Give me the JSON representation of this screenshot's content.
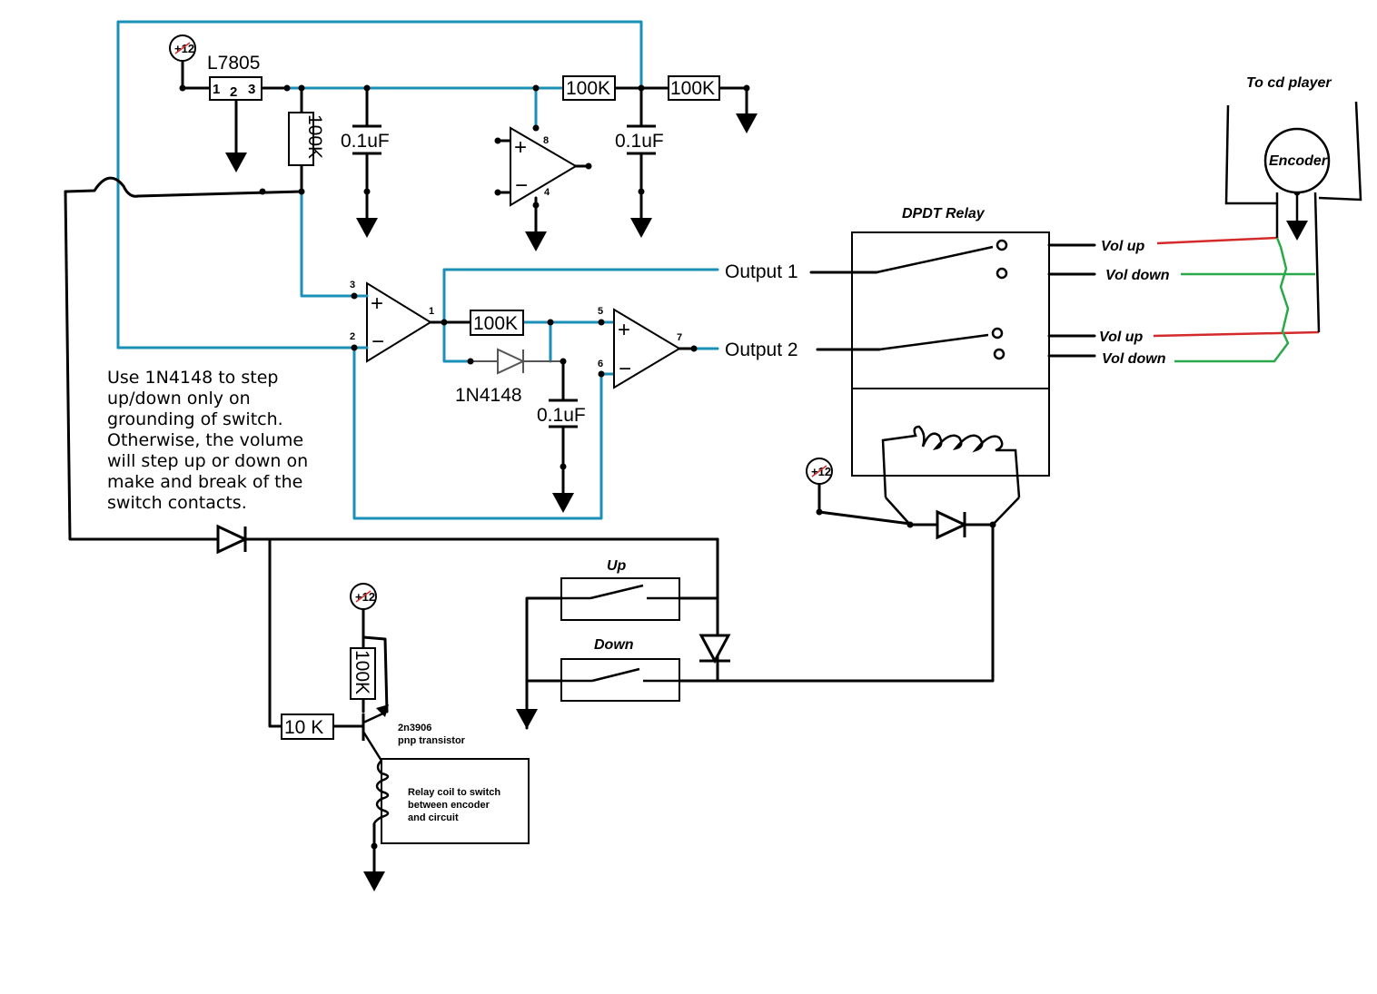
{
  "regulator": {
    "part": "L7805",
    "pin1": "1",
    "pin2": "2",
    "pin3": "3"
  },
  "supply_label": "+12",
  "resistors": {
    "r_vert": "100K",
    "r_div1": "100K",
    "r_div2": "100K",
    "r_mid": "100K",
    "r_base": "10  K",
    "r_trans": "100K"
  },
  "capacitors": {
    "c1": "0.1uF",
    "c2": "0.1uF",
    "c3": "0.1uF"
  },
  "diode_label": "1N4148",
  "opamp_pins": {
    "u_top": {
      "p8": "8",
      "p4": "4"
    },
    "u1": {
      "p3": "3",
      "p2": "2",
      "p1": "1"
    },
    "u2": {
      "p5": "5",
      "p6": "6",
      "p7": "7"
    }
  },
  "outputs": {
    "out1": "Output 1",
    "out2": "Output 2"
  },
  "relay": {
    "title": "DPDT Relay",
    "vol_up_1": "Vol up",
    "vol_down_1": "Vol down",
    "vol_up_2": "Vol up",
    "vol_down_2": "Vol down"
  },
  "player": {
    "title": "To cd player",
    "encoder": "Encoder"
  },
  "note_lines": [
    "Use 1N4148 to step",
    "up/down only on",
    "grounding of switch.",
    "Otherwise, the volume",
    "will step up or down on",
    "make and break of the",
    "switch contacts."
  ],
  "switches": {
    "up": "Up",
    "down": "Down"
  },
  "transistor": {
    "part": "2n3906",
    "type": "pnp transistor"
  },
  "coil_note": [
    "Relay coil to switch",
    "between encoder",
    "and circuit"
  ],
  "colors": {
    "teal": "#1a8fb8",
    "red": "#d42a2a",
    "green": "#2aa84a",
    "black": "#000000"
  }
}
